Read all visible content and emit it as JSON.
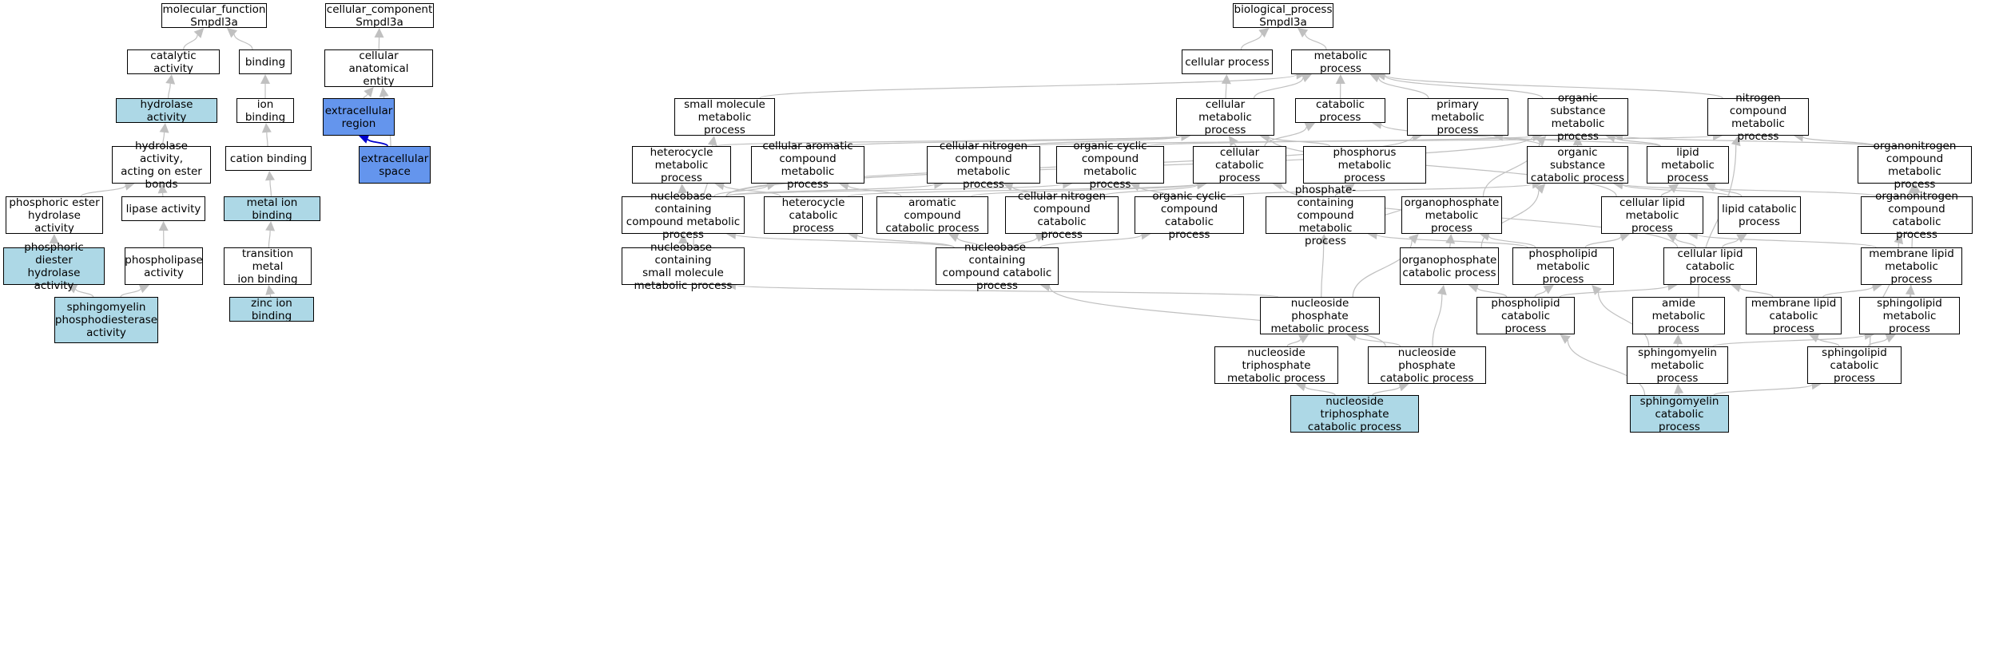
{
  "colors": {
    "default_fill": "#ffffff",
    "highlight_fill": "#add8e6",
    "focus_fill": "#6495ed",
    "edge": "#c0c0c0",
    "focus_edge": "#0000cd"
  },
  "nodes": {
    "mf_root": {
      "label": "molecular_function\nSmpdl3a",
      "style": "default"
    },
    "catalytic": {
      "label": "catalytic activity",
      "style": "default"
    },
    "binding": {
      "label": "binding",
      "style": "default"
    },
    "hydrolase": {
      "label": "hydrolase activity",
      "style": "highlight"
    },
    "ion_binding": {
      "label": "ion binding",
      "style": "default"
    },
    "hydrolase_ester": {
      "label": "hydrolase activity,\nacting on ester\nbonds",
      "style": "default"
    },
    "cation_binding": {
      "label": "cation binding",
      "style": "default"
    },
    "phosphoric_ester": {
      "label": "phosphoric ester\nhydrolase activity",
      "style": "default"
    },
    "lipase": {
      "label": "lipase activity",
      "style": "default"
    },
    "metal_ion": {
      "label": "metal ion binding",
      "style": "highlight"
    },
    "phosphoric_diester": {
      "label": "phosphoric diester\nhydrolase activity",
      "style": "highlight"
    },
    "phospholipase": {
      "label": "phospholipase\nactivity",
      "style": "default"
    },
    "transition_metal": {
      "label": "transition metal\nion binding",
      "style": "default"
    },
    "sm_pde": {
      "label": "sphingomyelin\nphosphodiesterase\nactivity",
      "style": "highlight"
    },
    "zinc": {
      "label": "zinc ion binding",
      "style": "highlight"
    },
    "cc_root": {
      "label": "cellular_component\nSmpdl3a",
      "style": "default"
    },
    "anat_entity": {
      "label": "cellular anatomical\nentity",
      "style": "default"
    },
    "extracell_region": {
      "label": "extracellular\nregion",
      "style": "focus"
    },
    "extracell_space": {
      "label": "extracellular\nspace",
      "style": "focus"
    },
    "bp_root": {
      "label": "biological_process\nSmpdl3a",
      "style": "default"
    },
    "cellular_proc": {
      "label": "cellular process",
      "style": "default"
    },
    "metabolic_proc": {
      "label": "metabolic process",
      "style": "default"
    },
    "small_mol": {
      "label": "small molecule\nmetabolic process",
      "style": "default"
    },
    "cell_metab": {
      "label": "cellular metabolic\nprocess",
      "style": "default"
    },
    "catabolic": {
      "label": "catabolic process",
      "style": "default"
    },
    "primary_metab": {
      "label": "primary metabolic\nprocess",
      "style": "default"
    },
    "organic_sub": {
      "label": "organic substance\nmetabolic process",
      "style": "default"
    },
    "nitrogen_comp": {
      "label": "nitrogen compound\nmetabolic process",
      "style": "default"
    },
    "heterocycle_metab": {
      "label": "heterocycle\nmetabolic process",
      "style": "default"
    },
    "cell_aromatic": {
      "label": "cellular aromatic\ncompound metabolic\nprocess",
      "style": "default"
    },
    "cell_nitrogen": {
      "label": "cellular nitrogen\ncompound metabolic\nprocess",
      "style": "default"
    },
    "organic_cyclic": {
      "label": "organic cyclic\ncompound metabolic\nprocess",
      "style": "default"
    },
    "cell_catabolic": {
      "label": "cellular catabolic\nprocess",
      "style": "default"
    },
    "phosphorus_metab": {
      "label": "phosphorus metabolic\nprocess",
      "style": "default"
    },
    "organic_sub_cat": {
      "label": "organic substance\ncatabolic process",
      "style": "default"
    },
    "lipid_metab": {
      "label": "lipid metabolic\nprocess",
      "style": "default"
    },
    "organonitrogen": {
      "label": "organonitrogen\ncompound metabolic\nprocess",
      "style": "default"
    },
    "nucleobase_metab": {
      "label": "nucleobase-containing\ncompound metabolic\nprocess",
      "style": "default"
    },
    "heterocycle_cat": {
      "label": "heterocycle\ncatabolic process",
      "style": "default"
    },
    "aromatic_cat": {
      "label": "aromatic compound\ncatabolic process",
      "style": "default"
    },
    "cell_nitrogen_cat": {
      "label": "cellular nitrogen\ncompound catabolic\nprocess",
      "style": "default"
    },
    "organic_cyclic_cat": {
      "label": "organic cyclic\ncompound catabolic\nprocess",
      "style": "default"
    },
    "phosphate_cont": {
      "label": "phosphate-containing\ncompound metabolic\nprocess",
      "style": "default"
    },
    "organophosphate": {
      "label": "organophosphate\nmetabolic process",
      "style": "default"
    },
    "cell_lipid": {
      "label": "cellular lipid\nmetabolic process",
      "style": "default"
    },
    "lipid_cat": {
      "label": "lipid catabolic\nprocess",
      "style": "default"
    },
    "organonitrogen_cat": {
      "label": "organonitrogen\ncompound catabolic\nprocess",
      "style": "default"
    },
    "nucleobase_small": {
      "label": "nucleobase-containing\nsmall molecule\nmetabolic process",
      "style": "default"
    },
    "nucleobase_cat": {
      "label": "nucleobase-containing\ncompound catabolic\nprocess",
      "style": "default"
    },
    "organophosphate_cat": {
      "label": "organophosphate\ncatabolic process",
      "style": "default"
    },
    "phospholipid_metab": {
      "label": "phospholipid\nmetabolic process",
      "style": "default"
    },
    "cell_lipid_cat": {
      "label": "cellular lipid\ncatabolic process",
      "style": "default"
    },
    "membrane_lipid": {
      "label": "membrane lipid\nmetabolic process",
      "style": "default"
    },
    "nucleoside_phos": {
      "label": "nucleoside phosphate\nmetabolic process",
      "style": "default"
    },
    "phospholipid_cat": {
      "label": "phospholipid\ncatabolic process",
      "style": "default"
    },
    "amide_metab": {
      "label": "amide metabolic\nprocess",
      "style": "default"
    },
    "membrane_lipid_cat": {
      "label": "membrane lipid\ncatabolic process",
      "style": "default"
    },
    "sphingolipid_metab": {
      "label": "sphingolipid\nmetabolic process",
      "style": "default"
    },
    "nucleoside_tp": {
      "label": "nucleoside triphosphate\nmetabolic process",
      "style": "default"
    },
    "nucleoside_phos_cat": {
      "label": "nucleoside phosphate\ncatabolic process",
      "style": "default"
    },
    "sphingomyelin_metab": {
      "label": "sphingomyelin\nmetabolic process",
      "style": "default"
    },
    "sphingolipid_cat": {
      "label": "sphingolipid\ncatabolic process",
      "style": "default"
    },
    "nucleoside_tp_cat": {
      "label": "nucleoside triphosphate\ncatabolic process",
      "style": "highlight"
    },
    "sphingomyelin_cat": {
      "label": "sphingomyelin\ncatabolic process",
      "style": "highlight"
    }
  },
  "edges": [
    [
      "catalytic",
      "mf_root"
    ],
    [
      "binding",
      "mf_root"
    ],
    [
      "hydrolase",
      "catalytic"
    ],
    [
      "ion_binding",
      "binding"
    ],
    [
      "hydrolase_ester",
      "hydrolase"
    ],
    [
      "cation_binding",
      "ion_binding"
    ],
    [
      "phosphoric_ester",
      "hydrolase_ester"
    ],
    [
      "lipase",
      "hydrolase_ester"
    ],
    [
      "metal_ion",
      "cation_binding"
    ],
    [
      "phosphoric_diester",
      "phosphoric_ester"
    ],
    [
      "phospholipase",
      "lipase"
    ],
    [
      "transition_metal",
      "metal_ion"
    ],
    [
      "sm_pde",
      "phosphoric_diester"
    ],
    [
      "sm_pde",
      "phospholipase"
    ],
    [
      "zinc",
      "transition_metal"
    ],
    [
      "anat_entity",
      "cc_root"
    ],
    [
      "extracell_region",
      "anat_entity"
    ],
    [
      "extracell_space",
      "anat_entity"
    ],
    [
      "extracell_space",
      "extracell_region",
      "focus"
    ],
    [
      "cellular_proc",
      "bp_root"
    ],
    [
      "metabolic_proc",
      "bp_root"
    ],
    [
      "small_mol",
      "metabolic_proc"
    ],
    [
      "cell_metab",
      "cellular_proc"
    ],
    [
      "cell_metab",
      "metabolic_proc"
    ],
    [
      "catabolic",
      "metabolic_proc"
    ],
    [
      "primary_metab",
      "metabolic_proc"
    ],
    [
      "organic_sub",
      "metabolic_proc"
    ],
    [
      "nitrogen_comp",
      "metabolic_proc"
    ],
    [
      "heterocycle_metab",
      "cell_metab"
    ],
    [
      "cell_aromatic",
      "cell_metab"
    ],
    [
      "cell_nitrogen",
      "cell_metab"
    ],
    [
      "cell_nitrogen",
      "nitrogen_comp"
    ],
    [
      "organic_cyclic",
      "organic_sub"
    ],
    [
      "cell_catabolic",
      "cell_metab"
    ],
    [
      "cell_catabolic",
      "catabolic"
    ],
    [
      "phosphorus_metab",
      "cell_metab"
    ],
    [
      "organic_sub_cat",
      "organic_sub"
    ],
    [
      "organic_sub_cat",
      "catabolic"
    ],
    [
      "lipid_metab",
      "organic_sub"
    ],
    [
      "lipid_metab",
      "primary_metab"
    ],
    [
      "organonitrogen",
      "organic_sub"
    ],
    [
      "organonitrogen",
      "nitrogen_comp"
    ],
    [
      "nucleobase_metab",
      "heterocycle_metab"
    ],
    [
      "nucleobase_metab",
      "cell_aromatic"
    ],
    [
      "nucleobase_metab",
      "cell_nitrogen"
    ],
    [
      "nucleobase_metab",
      "organic_cyclic"
    ],
    [
      "nucleobase_metab",
      "primary_metab"
    ],
    [
      "nucleobase_metab",
      "organic_sub"
    ],
    [
      "heterocycle_cat",
      "heterocycle_metab"
    ],
    [
      "heterocycle_cat",
      "cell_catabolic"
    ],
    [
      "aromatic_cat",
      "cell_aromatic"
    ],
    [
      "aromatic_cat",
      "cell_catabolic"
    ],
    [
      "cell_nitrogen_cat",
      "cell_nitrogen"
    ],
    [
      "cell_nitrogen_cat",
      "cell_catabolic"
    ],
    [
      "organic_cyclic_cat",
      "organic_cyclic"
    ],
    [
      "organic_cyclic_cat",
      "organic_sub_cat"
    ],
    [
      "phosphate_cont",
      "phosphorus_metab"
    ],
    [
      "organophosphate",
      "phosphate_cont"
    ],
    [
      "organophosphate",
      "organic_sub"
    ],
    [
      "cell_lipid",
      "cell_metab"
    ],
    [
      "cell_lipid",
      "lipid_metab"
    ],
    [
      "lipid_cat",
      "lipid_metab"
    ],
    [
      "lipid_cat",
      "organic_sub_cat"
    ],
    [
      "organonitrogen_cat",
      "organonitrogen"
    ],
    [
      "organonitrogen_cat",
      "organic_sub_cat"
    ],
    [
      "nucleobase_small",
      "nucleobase_metab"
    ],
    [
      "nucleobase_small",
      "small_mol"
    ],
    [
      "nucleobase_cat",
      "nucleobase_metab"
    ],
    [
      "nucleobase_cat",
      "heterocycle_cat"
    ],
    [
      "nucleobase_cat",
      "aromatic_cat"
    ],
    [
      "nucleobase_cat",
      "cell_nitrogen_cat"
    ],
    [
      "nucleobase_cat",
      "organic_cyclic_cat"
    ],
    [
      "organophosphate_cat",
      "organophosphate"
    ],
    [
      "organophosphate_cat",
      "organic_sub_cat"
    ],
    [
      "phospholipid_metab",
      "cell_lipid"
    ],
    [
      "phospholipid_metab",
      "organophosphate"
    ],
    [
      "phospholipid_metab",
      "phosphate_cont"
    ],
    [
      "cell_lipid_cat",
      "cell_lipid"
    ],
    [
      "cell_lipid_cat",
      "lipid_cat"
    ],
    [
      "cell_lipid_cat",
      "cell_catabolic"
    ],
    [
      "membrane_lipid",
      "cell_lipid"
    ],
    [
      "nucleoside_phos",
      "nucleobase_small"
    ],
    [
      "nucleoside_phos",
      "organophosphate"
    ],
    [
      "nucleoside_phos",
      "phosphate_cont"
    ],
    [
      "phospholipid_cat",
      "phospholipid_metab"
    ],
    [
      "phospholipid_cat",
      "organophosphate_cat"
    ],
    [
      "phospholipid_cat",
      "cell_lipid_cat"
    ],
    [
      "amide_metab",
      "nitrogen_comp"
    ],
    [
      "membrane_lipid_cat",
      "membrane_lipid"
    ],
    [
      "membrane_lipid_cat",
      "cell_lipid_cat"
    ],
    [
      "sphingolipid_metab",
      "membrane_lipid"
    ],
    [
      "sphingolipid_metab",
      "organonitrogen"
    ],
    [
      "nucleoside_tp",
      "nucleoside_phos"
    ],
    [
      "nucleoside_phos_cat",
      "nucleoside_phos"
    ],
    [
      "nucleoside_phos_cat",
      "organophosphate_cat"
    ],
    [
      "nucleoside_phos_cat",
      "nucleobase_cat"
    ],
    [
      "sphingomyelin_metab",
      "phospholipid_metab"
    ],
    [
      "sphingomyelin_metab",
      "amide_metab"
    ],
    [
      "sphingomyelin_metab",
      "sphingolipid_metab"
    ],
    [
      "sphingolipid_cat",
      "sphingolipid_metab"
    ],
    [
      "sphingolipid_cat",
      "membrane_lipid_cat"
    ],
    [
      "sphingolipid_cat",
      "organonitrogen_cat"
    ],
    [
      "nucleoside_tp_cat",
      "nucleoside_tp"
    ],
    [
      "nucleoside_tp_cat",
      "nucleoside_phos_cat"
    ],
    [
      "sphingomyelin_cat",
      "sphingomyelin_metab"
    ],
    [
      "sphingomyelin_cat",
      "phospholipid_cat"
    ],
    [
      "sphingomyelin_cat",
      "sphingolipid_cat"
    ]
  ]
}
